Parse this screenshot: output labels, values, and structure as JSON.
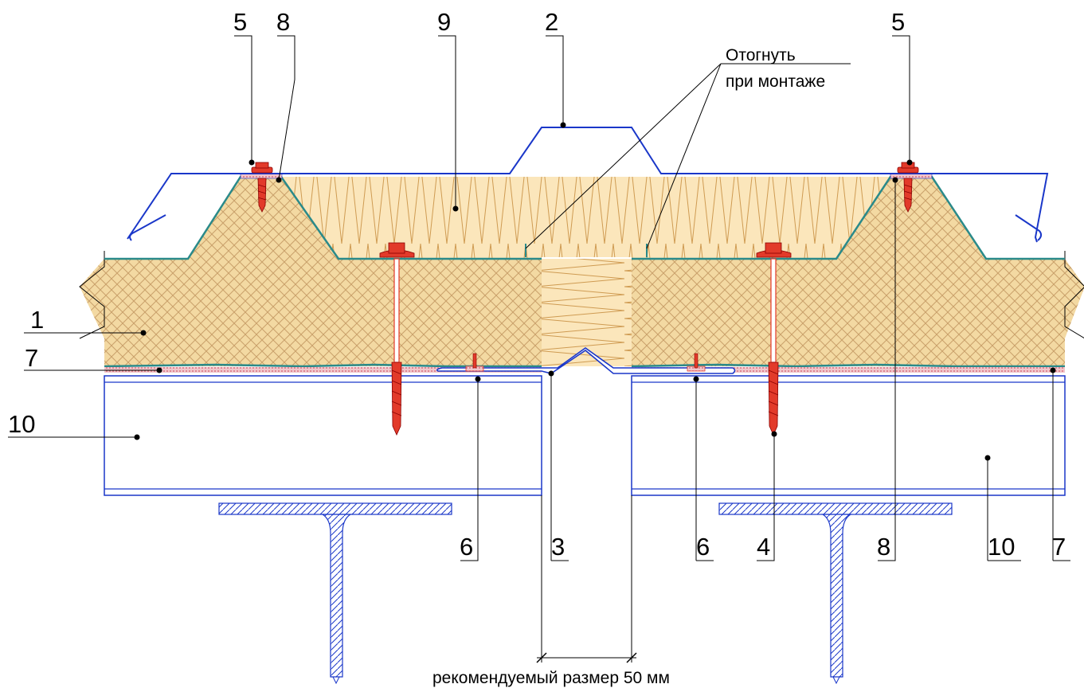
{
  "callouts": [
    {
      "id": "c5a",
      "text": "5"
    },
    {
      "id": "c8a",
      "text": "8"
    },
    {
      "id": "c9",
      "text": "9"
    },
    {
      "id": "c2",
      "text": "2"
    },
    {
      "id": "c5b",
      "text": "5"
    },
    {
      "id": "c1",
      "text": "1"
    },
    {
      "id": "c7a",
      "text": "7"
    },
    {
      "id": "c10a",
      "text": "10"
    },
    {
      "id": "c6a",
      "text": "6"
    },
    {
      "id": "c3",
      "text": "3"
    },
    {
      "id": "c6b",
      "text": "6"
    },
    {
      "id": "c4",
      "text": "4"
    },
    {
      "id": "c8b",
      "text": "8"
    },
    {
      "id": "c10b",
      "text": "10"
    },
    {
      "id": "c7b",
      "text": "7"
    }
  ],
  "notes": {
    "bend_line1": "Отогнуть",
    "bend_line2": "при монтаже",
    "dimension": "рекомендуемый размер 50 мм"
  },
  "colors": {
    "sheet_outline": "#1a37c9",
    "panel_skin": "#2a8a8a",
    "pur_core": "#f3d9a2",
    "pur_hatch": "#c9a06a",
    "wool_fill": "#fbe6bb",
    "wool_zigzag": "#cf9b52",
    "seal": "#e79aa3",
    "screw": "#e23a2a",
    "steel_hatch": "#1a37c9",
    "leader": "#000000"
  }
}
